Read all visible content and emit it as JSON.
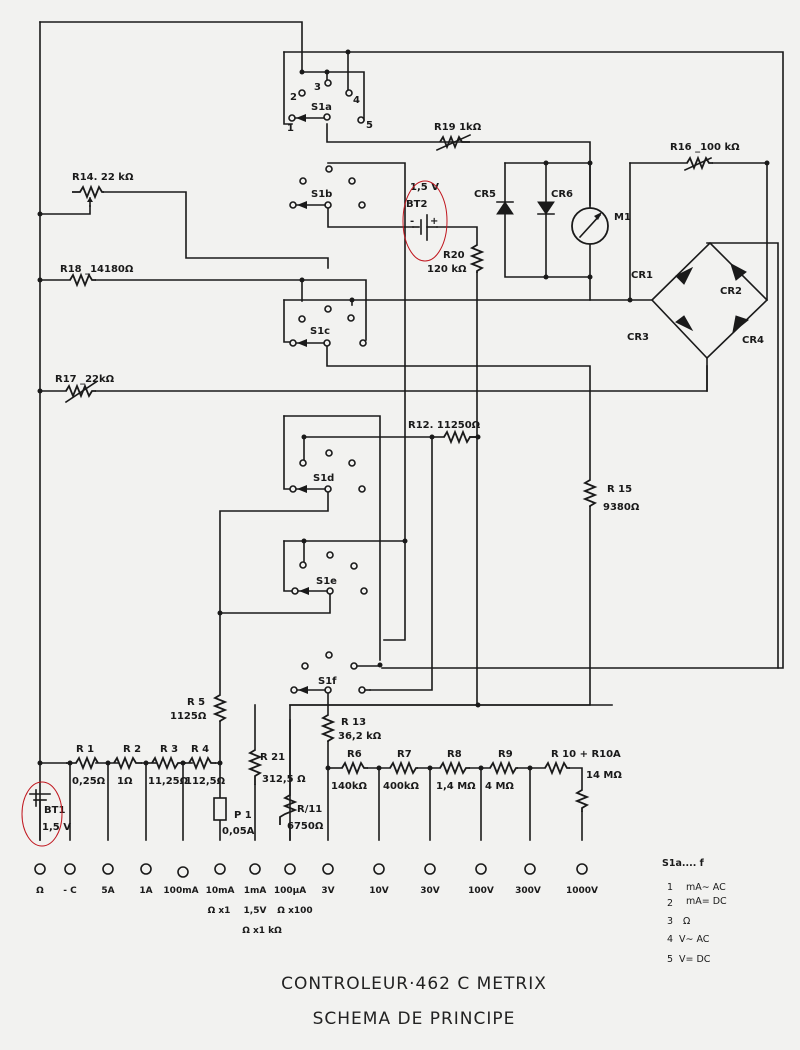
{
  "title": {
    "line1": "CONTROLEUR·462 C METRIX",
    "line2": "SCHEMA DE PRINCIPE"
  },
  "switches": [
    {
      "id": "S1a",
      "label": "S1a",
      "positions": [
        "1",
        "2",
        "3",
        "4",
        "5"
      ]
    },
    {
      "id": "S1b",
      "label": "S1b"
    },
    {
      "id": "S1c",
      "label": "S1c"
    },
    {
      "id": "S1d",
      "label": "S1d"
    },
    {
      "id": "S1e",
      "label": "S1e"
    },
    {
      "id": "S1f",
      "label": "S1f"
    }
  ],
  "components": {
    "R1": {
      "name": "R 1",
      "value": "0,25Ω"
    },
    "R2": {
      "name": "R 2",
      "value": "1Ω"
    },
    "R3": {
      "name": "R 3",
      "value": "11,25Ω"
    },
    "R4": {
      "name": "R 4",
      "value": "112,5Ω"
    },
    "R5": {
      "name": "R 5",
      "value": "1125Ω"
    },
    "R6": {
      "name": "R6",
      "value": "140kΩ"
    },
    "R7": {
      "name": "R7",
      "value": "400kΩ"
    },
    "R8": {
      "name": "R8",
      "value": "1,4 MΩ"
    },
    "R9": {
      "name": "R9",
      "value": "4 MΩ"
    },
    "R10": {
      "name": "R 10 + R10A",
      "value": "14 MΩ"
    },
    "R11": {
      "name": "R/11",
      "value": "6750Ω"
    },
    "R12": {
      "name": "R12. 11250Ω"
    },
    "R13": {
      "name": "R 13",
      "value": "36,2 kΩ"
    },
    "R14": {
      "name": "R14. 22 kΩ"
    },
    "R15": {
      "name": "R 15",
      "value": "9380Ω"
    },
    "R16": {
      "name": "R16 _100 kΩ"
    },
    "R17": {
      "name": "R17 _22kΩ"
    },
    "R18": {
      "name": "R18 _14180Ω"
    },
    "R19": {
      "name": "R19  1kΩ"
    },
    "R20": {
      "name": "R20",
      "value": "120 kΩ"
    },
    "R21": {
      "name": "R 21",
      "value": "312,5 Ω"
    },
    "P1": {
      "name": "P 1",
      "value": "0,05A"
    },
    "BT1": {
      "name": "BT1",
      "value": "1,5 V"
    },
    "BT2": {
      "name": "BT2",
      "value": "1,5 V",
      "minus": "-",
      "plus": "+"
    },
    "M1": {
      "name": "M1"
    },
    "CR1": {
      "name": "CR1"
    },
    "CR2": {
      "name": "CR2"
    },
    "CR3": {
      "name": "CR3"
    },
    "CR4": {
      "name": "CR4"
    },
    "CR5": {
      "name": "CR5"
    },
    "CR6": {
      "name": "CR6"
    }
  },
  "terminals": [
    {
      "label": "Ω"
    },
    {
      "label": "- C"
    },
    {
      "label": "5A"
    },
    {
      "label": "1A"
    },
    {
      "label": "100mA"
    },
    {
      "label": "10mA",
      "sub1": "Ω x1"
    },
    {
      "label": "1mA",
      "sub1": "1,5V",
      "sub2": "Ω x1 kΩ"
    },
    {
      "label": "100µA",
      "sub1": "Ω x100"
    },
    {
      "label": "3V"
    },
    {
      "label": "10V"
    },
    {
      "label": "30V"
    },
    {
      "label": "100V"
    },
    {
      "label": "300V"
    },
    {
      "label": "1000V"
    }
  ],
  "legend": {
    "heading": "S1a.... f",
    "items": [
      {
        "num": "1",
        "text": "mA∼ AC"
      },
      {
        "num": "2",
        "text": "mA= DC"
      },
      {
        "num": "3",
        "text": "Ω"
      },
      {
        "num": "4",
        "text": "V∼ AC"
      },
      {
        "num": "5",
        "text": "V= DC"
      }
    ]
  },
  "annotations": {
    "highlight_color": "#c0161e"
  }
}
